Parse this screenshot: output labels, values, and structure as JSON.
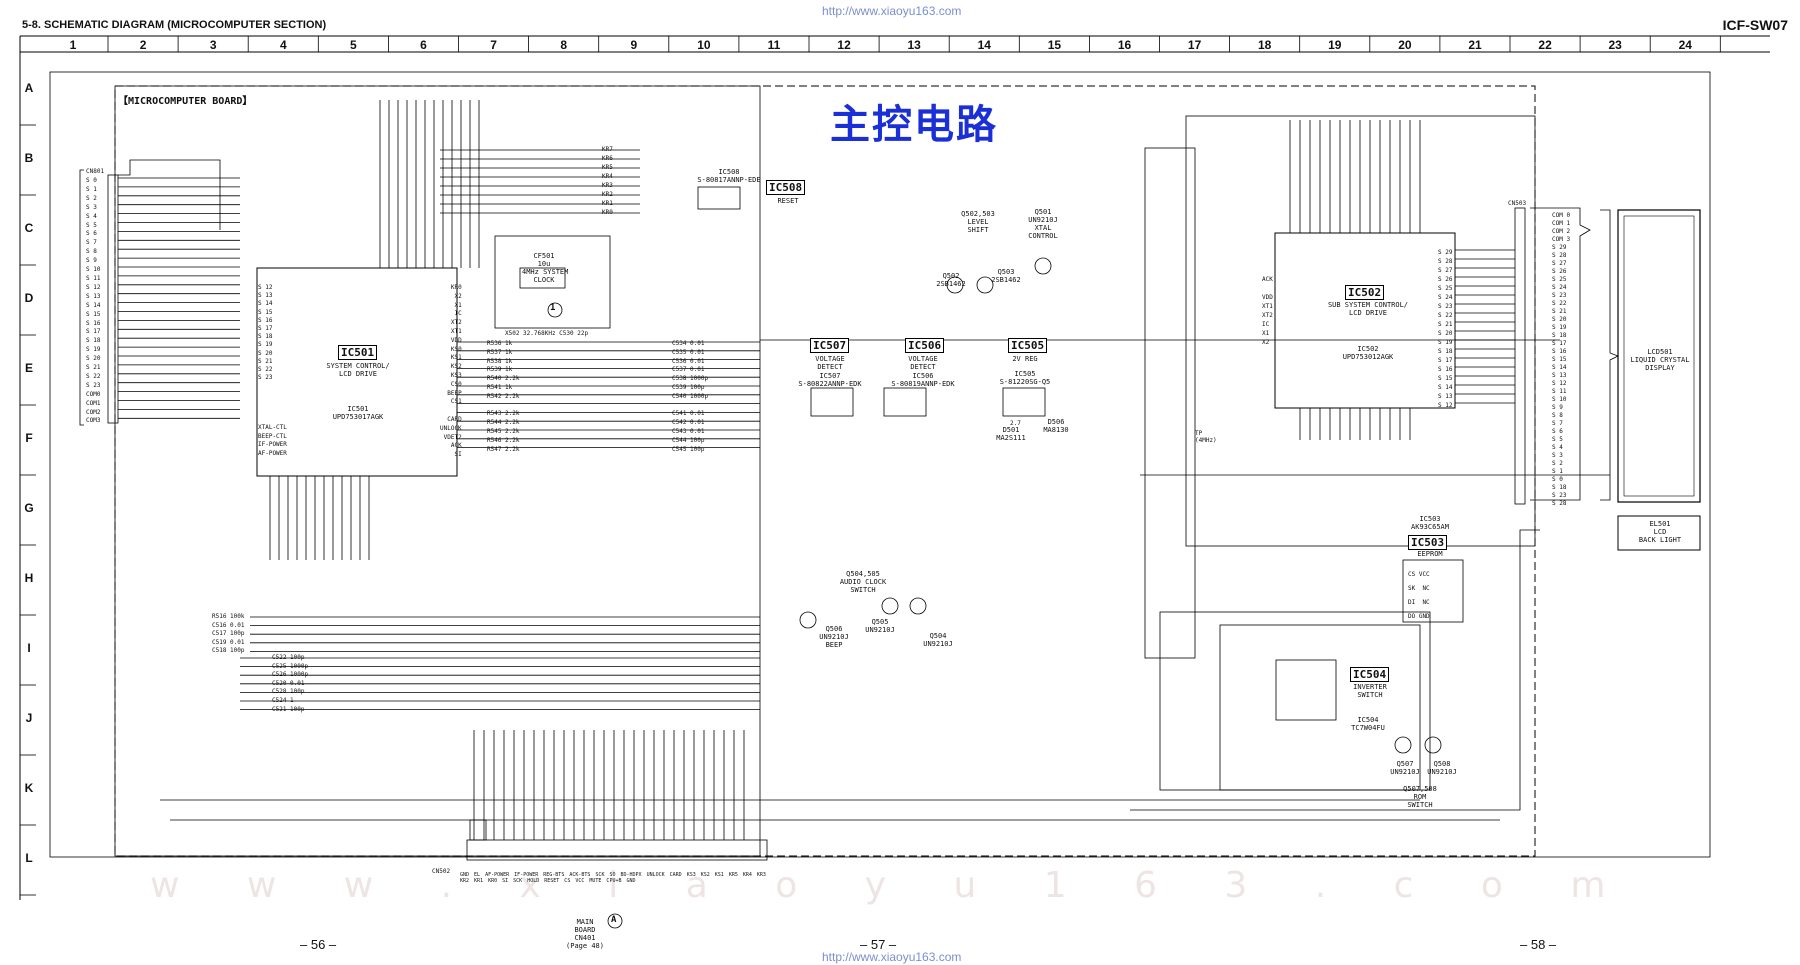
{
  "header": {
    "section_title": "5-8. SCHEMATIC DIAGRAM (MICROCOMPUTER SECTION)",
    "model": "ICF-SW07"
  },
  "watermark": {
    "url": "http://www.xiaoyu163.com",
    "bottom_text": "w w w . x i a o y u 1 6 3 . c o m"
  },
  "title_cn": "主控电路",
  "board_label": "【MICROCOMPUTER BOARD】",
  "columns": [
    "1",
    "2",
    "3",
    "4",
    "5",
    "6",
    "7",
    "8",
    "9",
    "10",
    "11",
    "12",
    "13",
    "14",
    "15",
    "16",
    "17",
    "18",
    "19",
    "20",
    "21",
    "22",
    "23",
    "24"
  ],
  "rows": [
    "A",
    "B",
    "C",
    "D",
    "E",
    "F",
    "G",
    "H",
    "I",
    "J",
    "K",
    "L"
  ],
  "pages": [
    "– 56 –",
    "– 57 –",
    "– 58 –"
  ],
  "ics": [
    {
      "tag": "IC501",
      "desc": "SYSTEM CONTROL/\nLCD DRIVE",
      "part": "IC501\nUPD753017AGK"
    },
    {
      "tag": "IC502",
      "desc": "SUB SYSTEM CONTROL/\nLCD DRIVE",
      "part": "IC502\nUPD753012AGK"
    },
    {
      "tag": "IC503",
      "desc": "EEPROM",
      "part": "IC503\nAK93C65AM"
    },
    {
      "tag": "IC504",
      "desc": "INVERTER\nSWITCH",
      "part": "IC504\nTC7W04FU"
    },
    {
      "tag": "IC505",
      "desc": "2V REG",
      "part": "IC505\nS-81220SG-Q5"
    },
    {
      "tag": "IC506",
      "desc": "VOLTAGE\nDETECT",
      "part": "IC506\nS-80819ANNP-EDK"
    },
    {
      "tag": "IC507",
      "desc": "VOLTAGE\nDETECT",
      "part": "IC507\nS-80822ANNP-EDK"
    },
    {
      "tag": "IC508",
      "desc": "RESET",
      "part": "IC508\nS-80817ANNP-EDE"
    }
  ],
  "labels": {
    "cn801": "CN801",
    "cn503": "CN503",
    "cn502": "CN502",
    "lcd": "LCD501\nLIQUID CRYSTAL\nDISPLAY",
    "el": "EL501\nLCD\nBACK LIGHT",
    "main_board": "MAIN\nBOARD\nCN401\n(Page 48)",
    "circle_a": "A",
    "xtal": "CF501\n10u\n4MHz SYSTEM\nCLOCK",
    "x502": "X502 32.768KHz C530 22p",
    "q502": "Q502,503\nLEVEL\nSHIFT",
    "q501": "Q501\nUN9210J\nXTAL\nCONTROL",
    "q504": "Q504,505\nAUDIO CLOCK\nSWITCH",
    "q506": "Q506\nUN9210J\nBEEP",
    "q507": "Q507,508\nROM\nSWITCH",
    "q502n": "Q502\n2SB1462",
    "q503n": "Q503\n2SB1462",
    "q505n": "Q505\nUN9210J",
    "q504n": "Q504\nUN9210J",
    "q507n": "Q507\nUN9210J",
    "q508n": "Q508\nUN9210J",
    "d501": "D501\nMA2S111",
    "d506": "D506\nMA8130",
    "circle_1": "1",
    "reg_vals": "2.7",
    "ic503_pins": "CS VCC\nSK  NC\nDI  NC\nDO GND",
    "ic502_pins_left": "ACK\n\nVDD\nXT1\nXT2\nIC\nX1\nX2",
    "tp": "TP\n(4MHz)",
    "ic501_left_pins": "S 12\nS 13\nS 14\nS 15\nS 16\nS 17\nS 18\nS 19\nS 20\nS 21\nS 22\nS 23",
    "cn801_pins": "S 0\nS 1\nS 2\nS 3\nS 4\nS 5\nS 6\nS 7\nS 8\nS 9\nS 10\nS 11\nS 12\nS 13\nS 14\nS 15\nS 16\nS 17\nS 18\nS 19\nS 20\nS 21\nS 22\nS 23\nCOM0\nCOM1\nCOM2\nCOM3",
    "cn503_pins": "COM 0\nCOM 1\nCOM 2\nCOM 3\nS 29\nS 28\nS 27\nS 26\nS 25\nS 24\nS 23\nS 22\nS 21\nS 20\nS 19\nS 18\nS 17\nS 16\nS 15\nS 14\nS 13\nS 12\nS 11\nS 10\nS 9\nS 8\nS 7\nS 6\nS 5\nS 4\nS 3\nS 2\nS 1\nS 0\nS 18\nS 23\nS 28",
    "ic502_right_pins": "S 29\nS 28\nS 27\nS 26\nS 25\nS 24\nS 23\nS 22\nS 21\nS 20\nS 19\nS 18\nS 17\nS 16\nS 15\nS 14\nS 13\nS 12",
    "ic501_right_pins": "KR0\nX2\nX1\nIC\nXT2\nXT1\nVDD\nKS0\nKS1\nKS2\nKS3\nCS0\nBEEP\nCS1\n\nCARD\nUNLOCK\nVDET2\nACK\nSI",
    "ic501_ctrl": "XTAL-CTL\nBEEP-CTL\nIF-POWER\nAF-POWER",
    "r_right_list": "R536 1k\nR537 1k\nR538 1k\nR539 1k\nR540 2.2k\nR541 1k\nR542 2.2k\n\nR543 2.2k\nR544 2.2k\nR545 2.2k\nR546 2.2k\nR547 2.2k",
    "c_mid_list": "C534 0.01\nC535 0.01\nC536 0.01\nC537 0.01\nC538 1000p\nC539 100p\nC540 1000p\n\nC541 0.01\nC542 0.01\nC543 0.01\nC544 100p\nC545 100p",
    "c_lower_list": "C522 100p\nC525 1000p\nC526 1000p\nC520 0.01\nC528 100p\nC524 1\nC521 100p",
    "r_lower_list": "R516 100k\nC516 0.01\nC517 100p\nC519 0.01\nC518 100p",
    "cn502_pins": "GND EL AF-POWER IF-POWER REG-BTS ACK-BTS SCK SO BD-HDPX UNLOCK CARD KS3 KS2 KS1 KR5 KR4 KR3 KR2 KR1 KR0 SI SCK HOLD RESET CS VCC MUTE CPU+B GND",
    "kr_list": "KR7\nKR6\nKR5\nKR4\nKR3\nKR2\nKR1\nKR0"
  }
}
